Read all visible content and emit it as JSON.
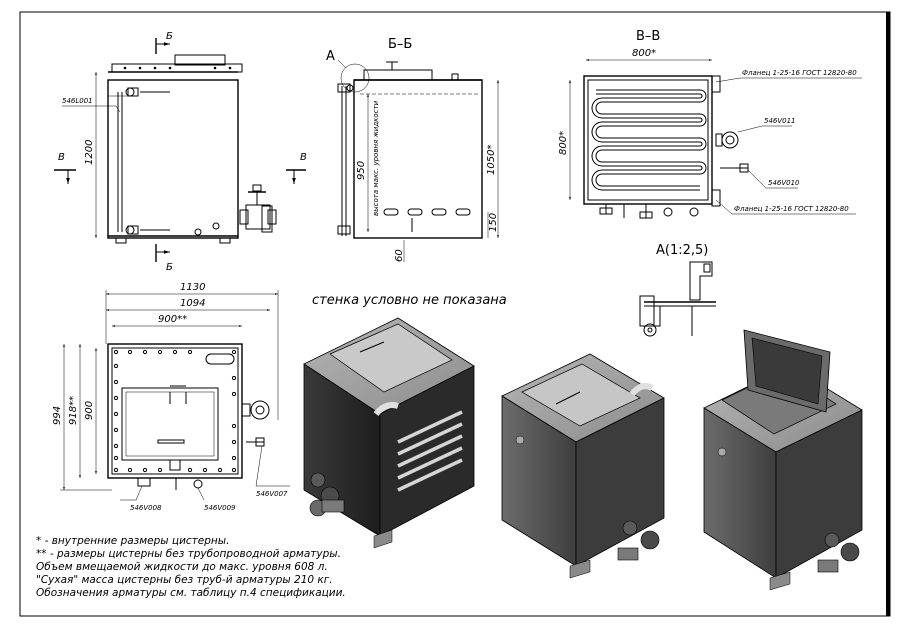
{
  "views": {
    "front": {
      "section_marker_top": "Б",
      "section_marker_bottom": "Б",
      "section_marker_left": "В",
      "section_marker_right": "В",
      "dim_height": "1200",
      "part_label": "546L001"
    },
    "section_bb": {
      "title": "Б–Б",
      "detail_label": "А",
      "dim_950": "950",
      "dim_1050": "1050*",
      "dim_150": "150",
      "dim_60": "60",
      "vertical_note": "высота макс. уровня жидкости"
    },
    "section_vv": {
      "title": "В–В",
      "dim_width": "800*",
      "dim_height": "800*",
      "flange_top": "Фланец 1-25-16 ГОСТ 12820-80",
      "flange_bottom": "Фланец 1-25-16 ГОСТ 12820-80",
      "label_v011": "546V011",
      "label_v010": "546V010"
    },
    "detail_a": {
      "title": "А(1:2,5)"
    },
    "top": {
      "dim_1130": "1130",
      "dim_1094": "1094",
      "dim_900": "900**",
      "dim_994": "994",
      "dim_918": "918**",
      "dim_900v": "900",
      "label_v008": "546V008",
      "label_v009": "546V009",
      "label_v007": "546V007"
    },
    "isometric": {
      "caption": "стенка условно не показана"
    }
  },
  "notes": [
    "* - внутренние размеры цистерны.",
    "** - размеры цистерны без трубопроводной арматуры.",
    "Объем вмещаемой жидкости до макс. уровня 608 л.",
    "\"Сухая\" масса цистерны без труб-й арматуры 210 кг.",
    "Обозначения арматуры см. таблицу п.4 спецификации."
  ]
}
